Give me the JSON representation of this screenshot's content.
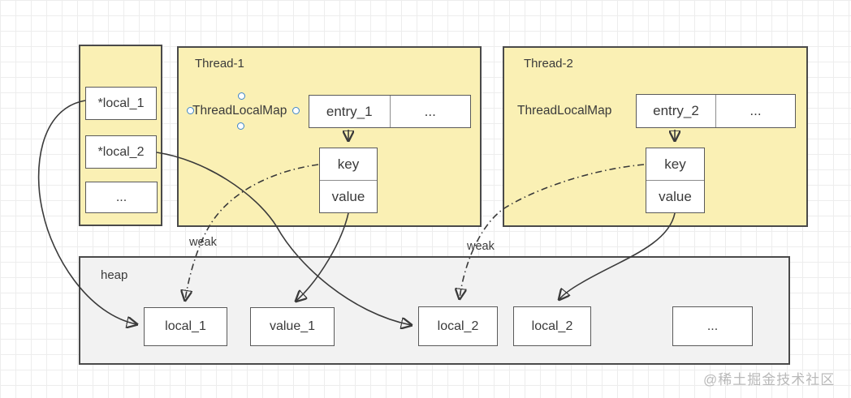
{
  "diagram": {
    "stack": {
      "items": [
        "*local_1",
        "*local_2",
        "..."
      ]
    },
    "thread1": {
      "title": "Thread-1",
      "map_label": "ThreadLocalMap",
      "entry_cells": [
        "entry_1",
        "..."
      ],
      "key": "key",
      "value": "value"
    },
    "thread2": {
      "title": "Thread-2",
      "map_label": "ThreadLocalMap",
      "entry_cells": [
        "entry_2",
        "..."
      ],
      "key": "key",
      "value": "value"
    },
    "heap": {
      "title": "heap",
      "objects": [
        "local_1",
        "value_1",
        "local_2",
        "local_2",
        "..."
      ]
    },
    "edge_labels": {
      "weak1": "weak",
      "weak2": "weak"
    },
    "watermark": "@稀土掘金技术社区",
    "colors": {
      "thread_fill": "#FAF0B4",
      "heap_fill": "#F2F2F2",
      "shape_border": "#4A4A4A",
      "connector": "#3A3A3A",
      "selection_handle": "#3D85C8",
      "grid_line": "#EDEDED"
    }
  }
}
